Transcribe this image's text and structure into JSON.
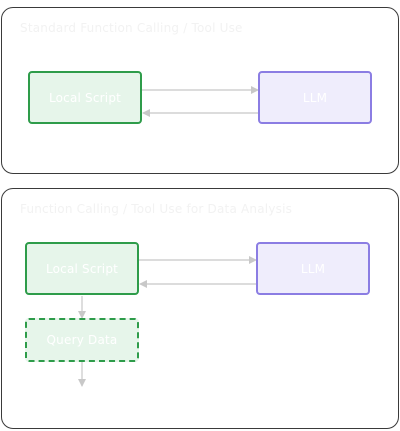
{
  "panel1": {
    "title": "Standard Function Calling / Tool Use",
    "local_script": "Local Script",
    "llm": "LLM"
  },
  "panel2": {
    "title": "Function Calling / Tool Use for Data Analysis",
    "local_script": "Local Script",
    "llm": "LLM",
    "query_data": "Query Data"
  },
  "colors": {
    "green_border": "#2e9c4a",
    "green_fill": "#e6f5ea",
    "purple_border": "#8b7de3",
    "purple_fill": "#efedfc",
    "arrow": "#c8c8c8"
  }
}
